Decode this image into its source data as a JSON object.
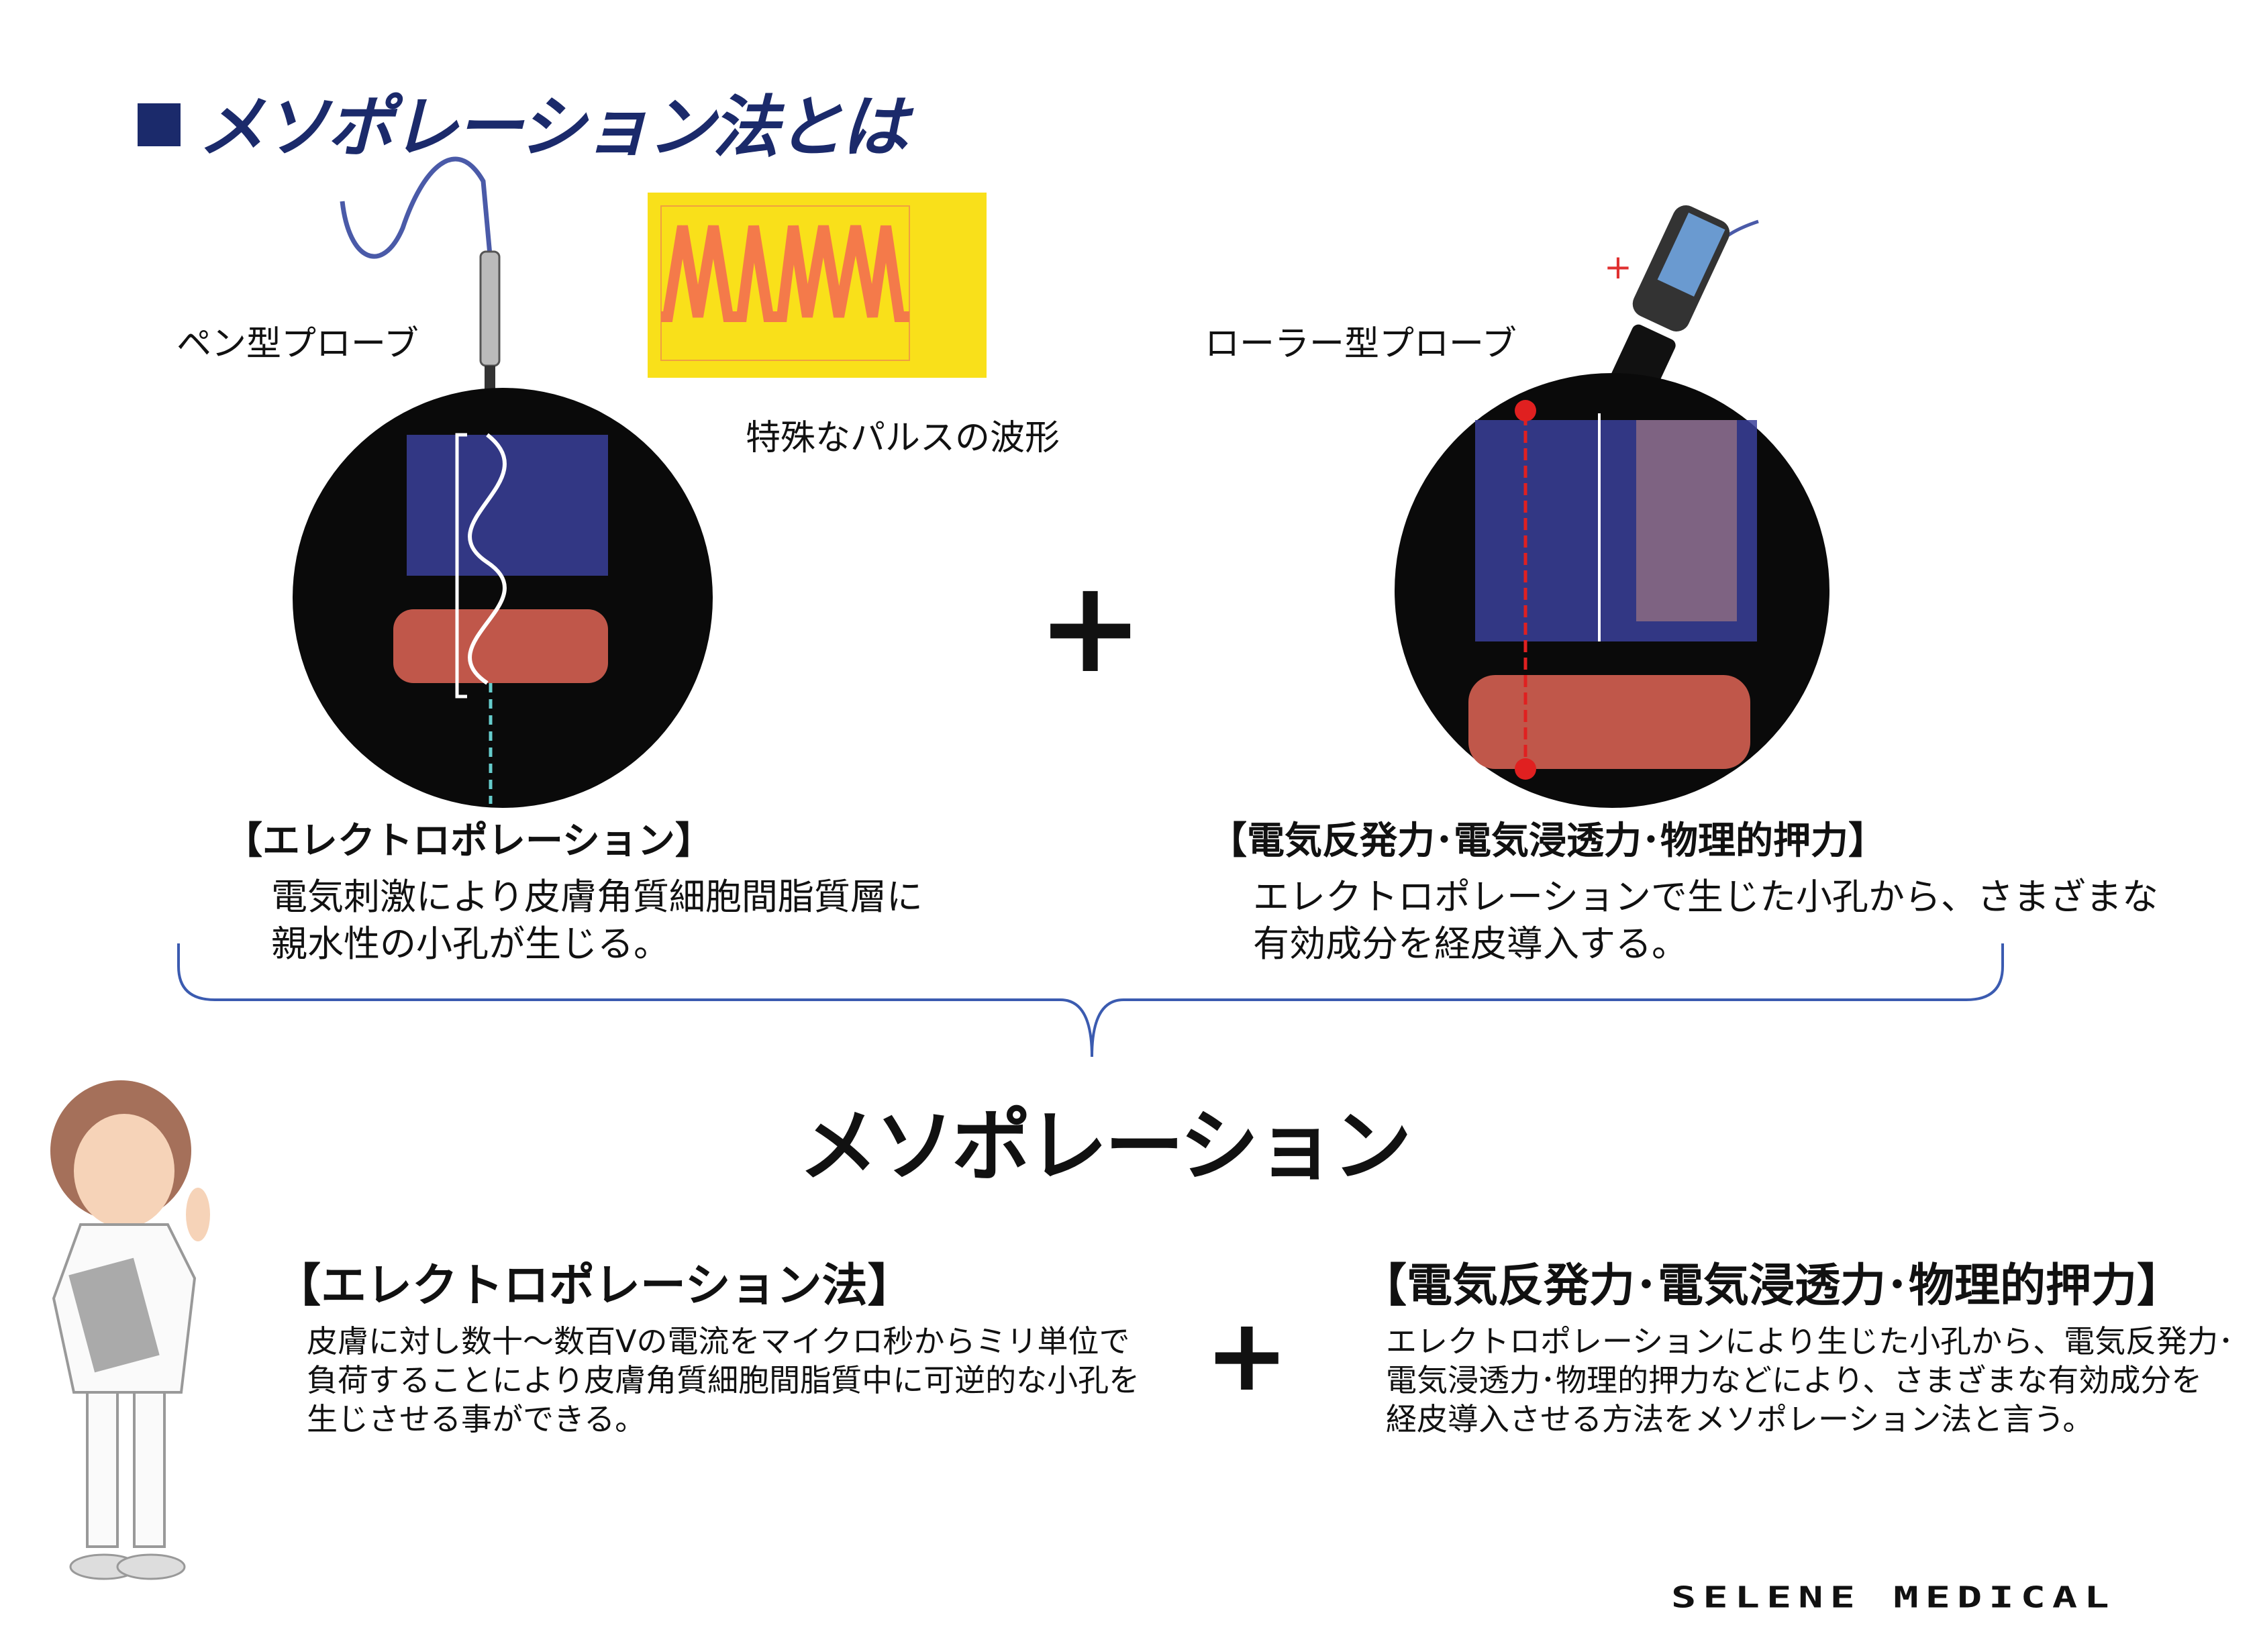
{
  "title": "メソポレーション法とは",
  "top": {
    "pen_probe_label": "ペン型プローブ",
    "waveform_label": "特殊なパルスの波形",
    "roller_probe_label": "ローラー型プローブ",
    "left_heading": "【エレクトロポレーション】",
    "left_body": [
      "電気刺激により皮膚角質細胞間脂質層に",
      "親水性の小孔が生じる。"
    ],
    "right_heading": "【電気反発力･電気浸透力･物理的押力】",
    "right_body": [
      "エレクトロポレーションで生じた小孔から、さまざまな",
      "有効成分を経皮導入する。"
    ],
    "plus": "+"
  },
  "bottom": {
    "title": "メソポレーション",
    "left_heading": "【エレクトロポレーション法】",
    "left_body": [
      "皮膚に対し数十～数百Vの電流をマイクロ秒からミリ単位で",
      "負荷することにより皮膚角質細胞間脂質中に可逆的な小孔を",
      "生じさせる事ができる。"
    ],
    "right_heading": "【電気反発力･電気浸透力･物理的押力】",
    "right_body": [
      "エレクトロポレーションにより生じた小孔から、電気反発力･",
      "電気浸透力･物理的押力などにより、さまざまな有効成分を",
      "経皮導入させる方法をメソポレーション法と言う。"
    ],
    "plus": "+"
  },
  "logo": "SELENE MEDICAL",
  "colors": {
    "title": "#1b2a6b",
    "brace": "#3b5bb0",
    "scope_bg": "#f9e01a",
    "scope_wave": "#f47a4a"
  }
}
